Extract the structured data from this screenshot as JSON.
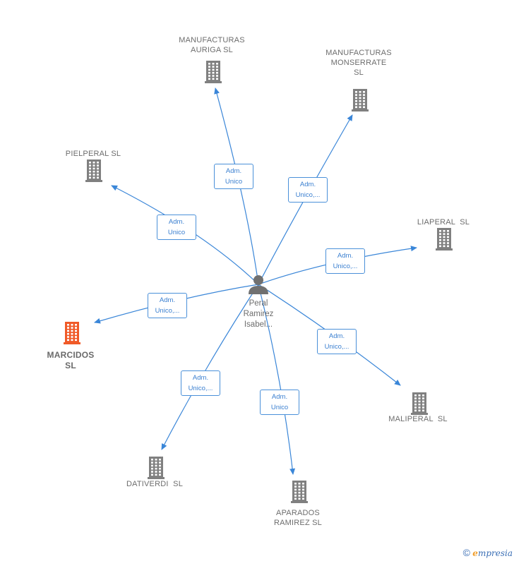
{
  "center": {
    "name": "Peral\nRamirez\nIsabel..."
  },
  "companies": [
    {
      "id": "auriga",
      "name": "MANUFACTURAS\nAURIGA SL",
      "color": "#808080",
      "focus": false
    },
    {
      "id": "monserrate",
      "name": "MANUFACTURAS\nMONSERRATE\nSL",
      "color": "#808080",
      "focus": false
    },
    {
      "id": "pielperal",
      "name": "PIELPERAL SL",
      "color": "#808080",
      "focus": false
    },
    {
      "id": "liaperal",
      "name": "LIAPERAL  SL",
      "color": "#808080",
      "focus": false
    },
    {
      "id": "marcidos",
      "name": "MARCIDOS\nSL",
      "color": "#f05a28",
      "focus": true
    },
    {
      "id": "maliperal",
      "name": "MALIPERAL  SL",
      "color": "#808080",
      "focus": false
    },
    {
      "id": "dativerdi",
      "name": "DATIVERDI  SL",
      "color": "#808080",
      "focus": false
    },
    {
      "id": "aparados",
      "name": "APARADOS\nRAMIREZ SL",
      "color": "#808080",
      "focus": false
    }
  ],
  "edges": [
    {
      "to": "auriga",
      "label": "Adm.\nUnico"
    },
    {
      "to": "monserrate",
      "label": "Adm.\nUnico,..."
    },
    {
      "to": "pielperal",
      "label": "Adm.\nUnico"
    },
    {
      "to": "liaperal",
      "label": "Adm.\nUnico,..."
    },
    {
      "to": "marcidos",
      "label": "Adm.\nUnico,..."
    },
    {
      "to": "maliperal",
      "label": "Adm.\nUnico,..."
    },
    {
      "to": "dativerdi",
      "label": "Adm.\nUnico,..."
    },
    {
      "to": "aparados",
      "label": "Adm.\nUnico"
    }
  ],
  "colors": {
    "edge": "#3a86d8",
    "person_icon": "#707070"
  },
  "footer": {
    "symbol": "©",
    "brand_initial": "e",
    "brand_rest": "mpresia"
  }
}
